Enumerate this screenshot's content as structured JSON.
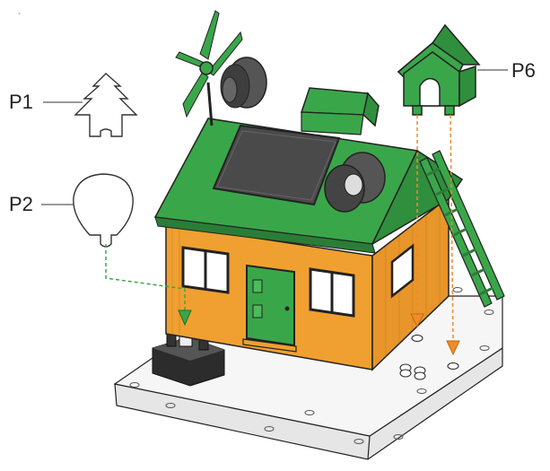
{
  "labels": {
    "p1": "P1",
    "p2": "P2",
    "p6": "P6"
  },
  "stray_mark": "`",
  "colors": {
    "roof_green": "#3aa64a",
    "wall_orange": "#f0a030",
    "panel_dark": "#4a4a4a",
    "base_white": "#f4f4f4",
    "arrow_orange": "#f08c2a",
    "arrow_green": "#3aa64a",
    "outline": "#222222"
  },
  "parts": [
    {
      "id": "P1",
      "name": "tree-part-outline"
    },
    {
      "id": "P2",
      "name": "round-sign-part-outline"
    },
    {
      "id": "P6",
      "name": "birdhouse-part"
    }
  ]
}
